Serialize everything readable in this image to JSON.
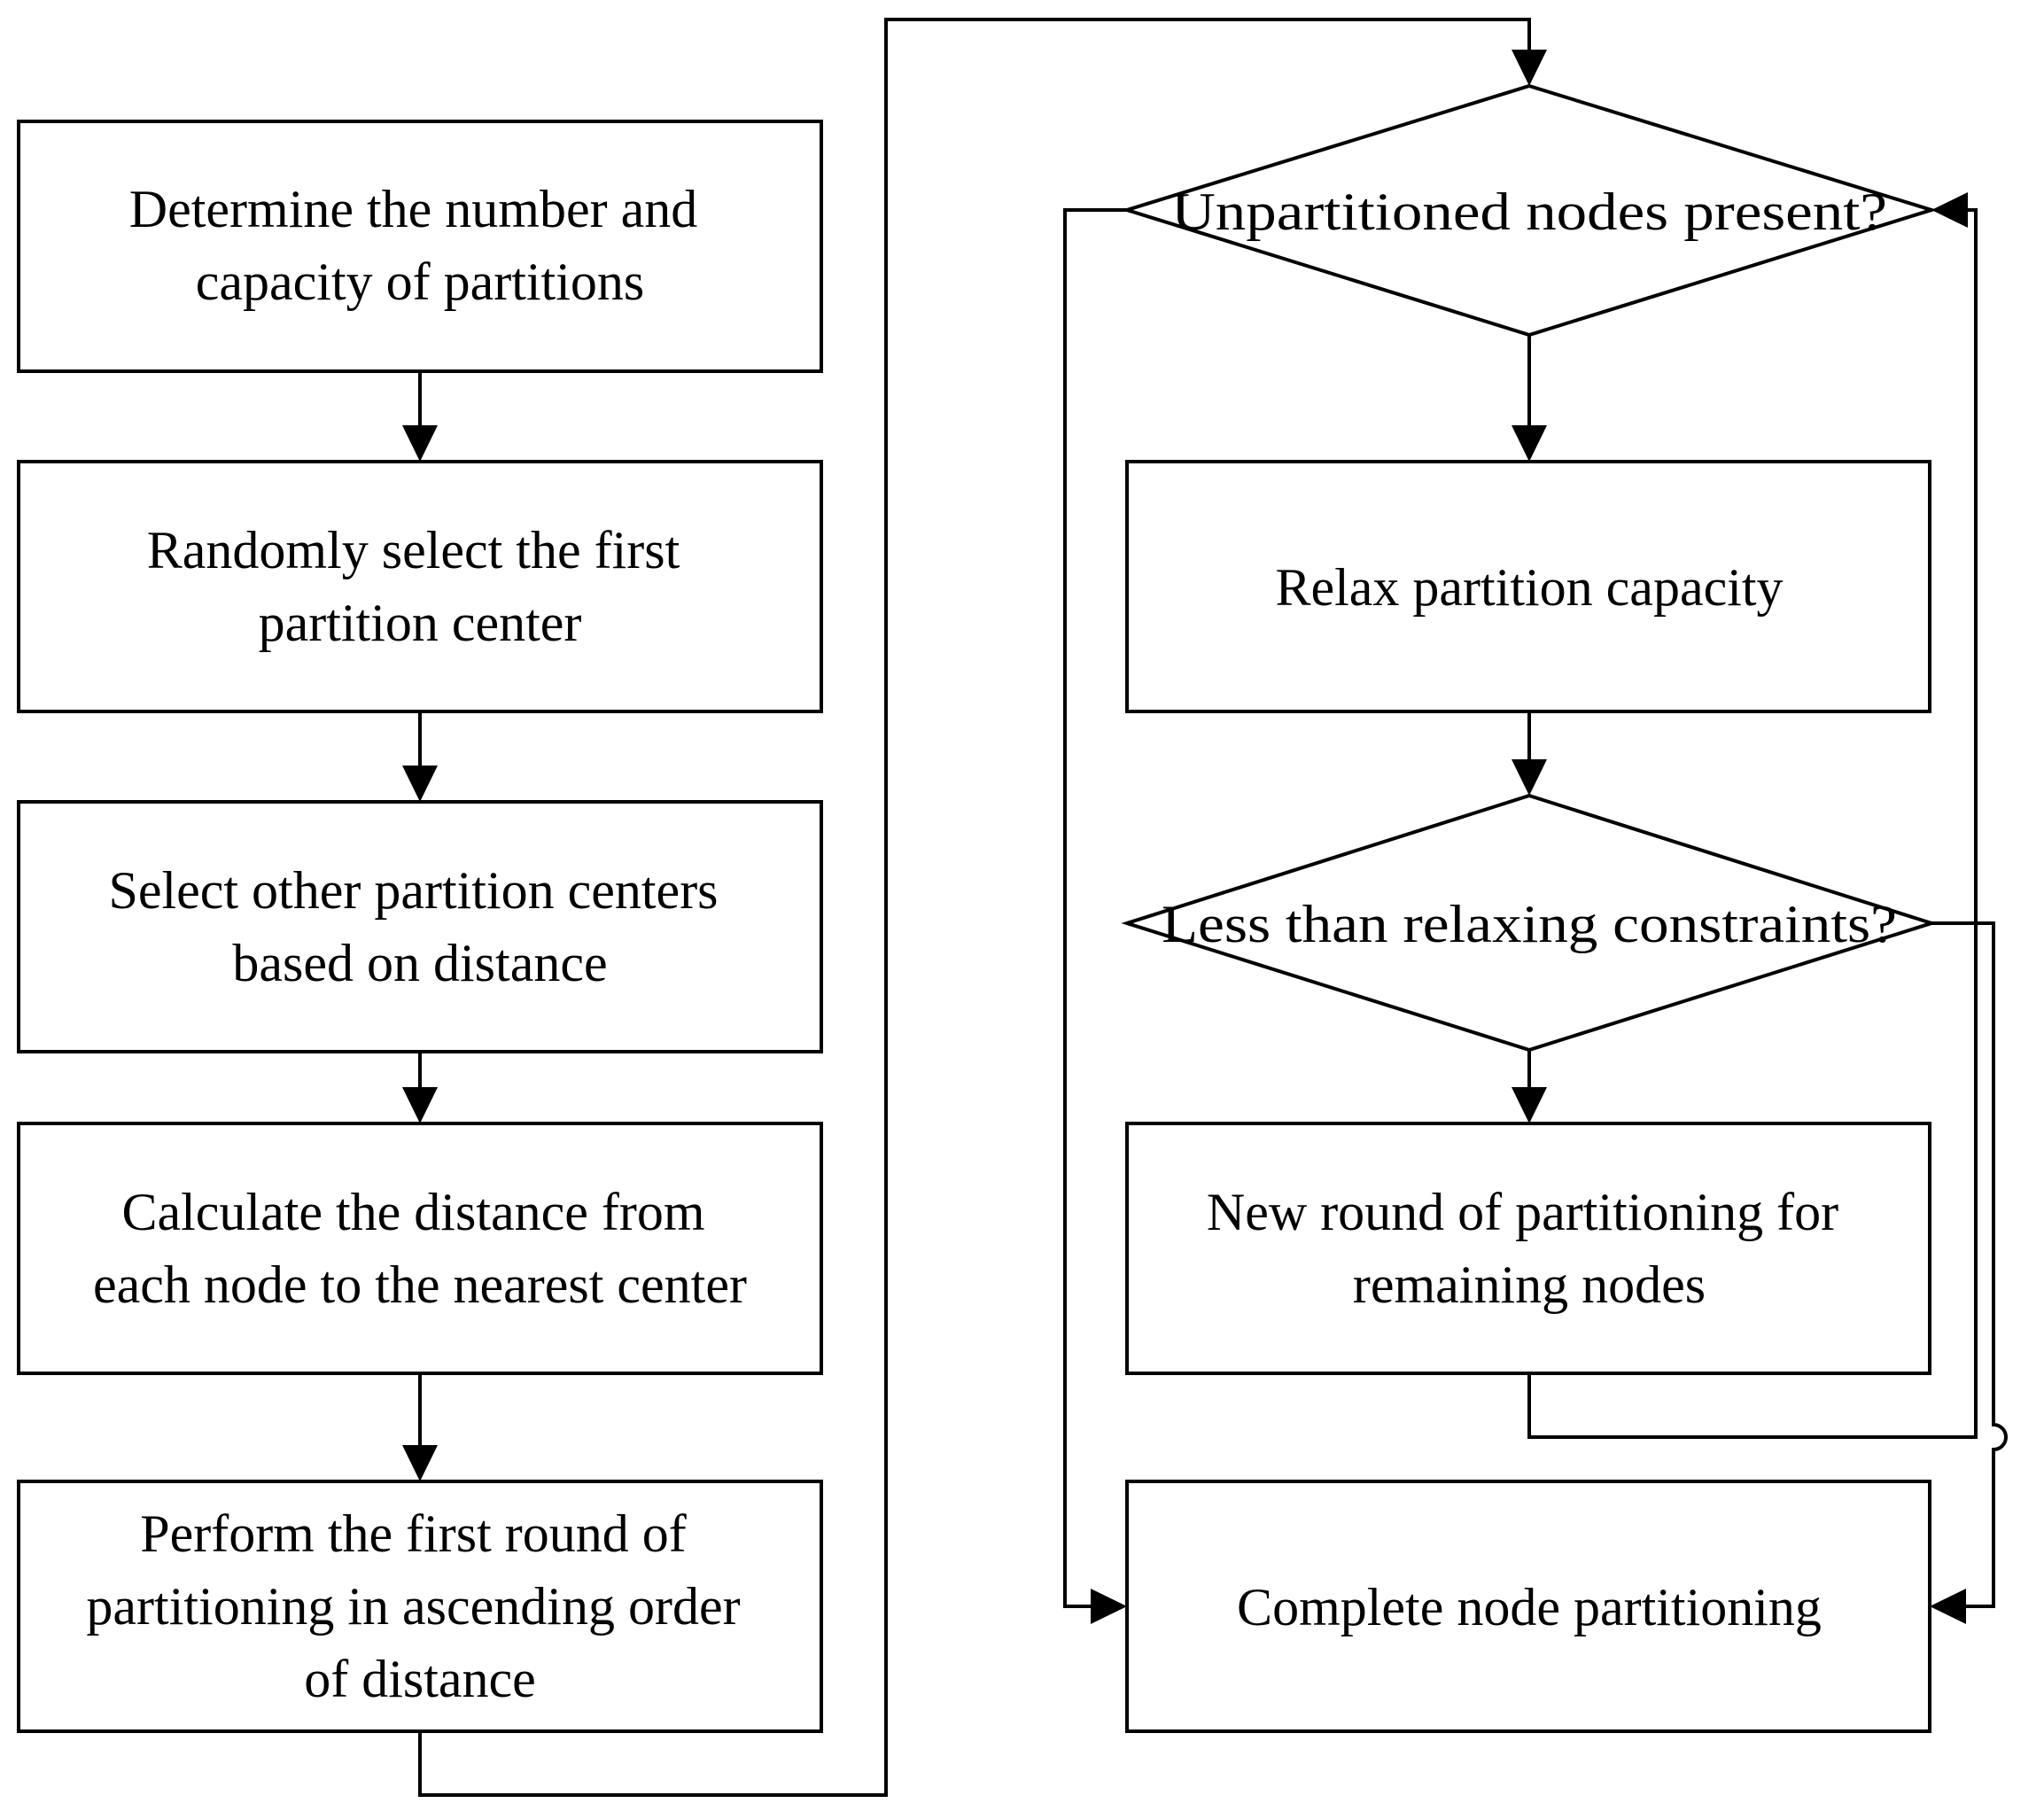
{
  "steps_left": [
    {
      "lines": [
        "Determine the number and",
        "capacity of partitions"
      ]
    },
    {
      "lines": [
        "Randomly select the first",
        "partition center"
      ]
    },
    {
      "lines": [
        "Select other partition centers",
        "based on distance"
      ]
    },
    {
      "lines": [
        "Calculate the distance from",
        "each node to the nearest center"
      ]
    },
    {
      "lines": [
        "Perform the first round of",
        "partitioning in ascending order",
        "of distance"
      ]
    }
  ],
  "decision_unpartitioned": {
    "lines": [
      "Unpartitioned nodes present?"
    ]
  },
  "step_relax": {
    "lines": [
      "Relax partition capacity"
    ]
  },
  "decision_relaxing": {
    "lines": [
      "Less than relaxing constraints?"
    ]
  },
  "step_new_round": {
    "lines": [
      "New round of partitioning for",
      "remaining nodes"
    ]
  },
  "step_complete": {
    "lines": [
      "Complete node partitioning"
    ]
  },
  "colors": {
    "line": "#000000",
    "background": "#ffffff"
  }
}
